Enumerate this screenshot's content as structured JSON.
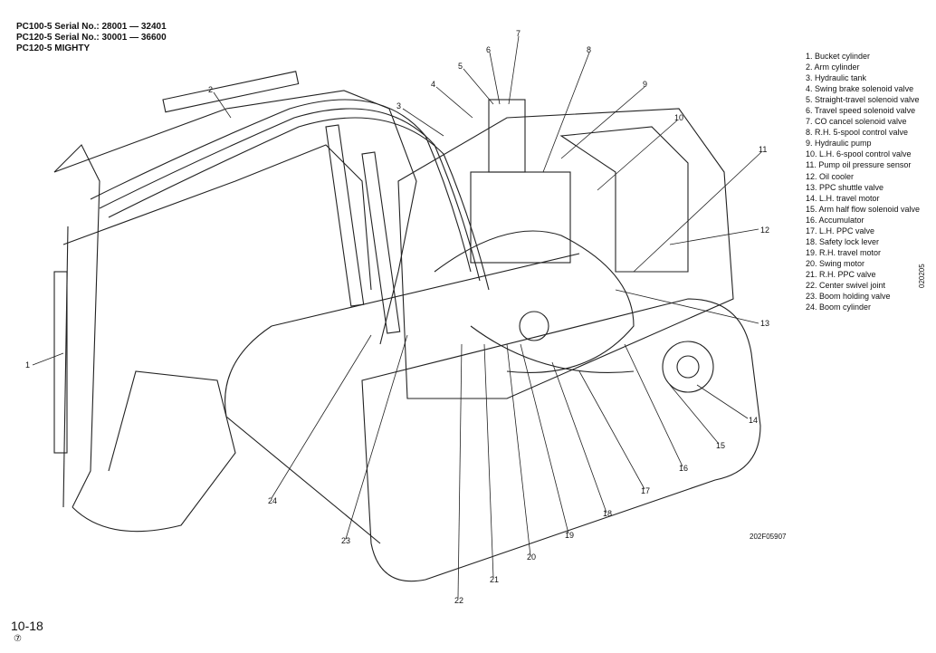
{
  "header": {
    "line1": "PC100-5 Serial No.: 28001 — 32401",
    "line2": "PC120-5 Serial No.: 30001 — 36600",
    "line3": "PC120-5 MIGHTY"
  },
  "legend": [
    "1. Bucket cylinder",
    "2. Arm cylinder",
    "3. Hydraulic tank",
    "4. Swing brake solenoid valve",
    "5. Straight-travel solenoid valve",
    "6. Travel speed solenoid valve",
    "7. CO cancel solenoid valve",
    "8. R.H. 5-spool control valve",
    "9. Hydraulic pump",
    "10. L.H. 6-spool control valve",
    "11. Pump oil pressure sensor",
    "12. Oil cooler",
    "13. PPC shuttle valve",
    "14. L.H. travel motor",
    "15. Arm half flow solenoid valve",
    "16. Accumulator",
    "17. L.H. PPC valve",
    "18. Safety lock lever",
    "19. R.H. travel motor",
    "20. Swing motor",
    "21. R.H. PPC valve",
    "22. Center swivel joint",
    "23. Boom holding valve",
    "24. Boom cylinder"
  ],
  "callouts": [
    "1",
    "2",
    "3",
    "4",
    "5",
    "6",
    "7",
    "8",
    "9",
    "10",
    "11",
    "12",
    "13",
    "14",
    "15",
    "16",
    "17",
    "18",
    "19",
    "20",
    "21",
    "22",
    "23",
    "24"
  ],
  "figure_code": "202F05907",
  "side_code": "020205",
  "page_number": "10-18",
  "revision": "⑦"
}
